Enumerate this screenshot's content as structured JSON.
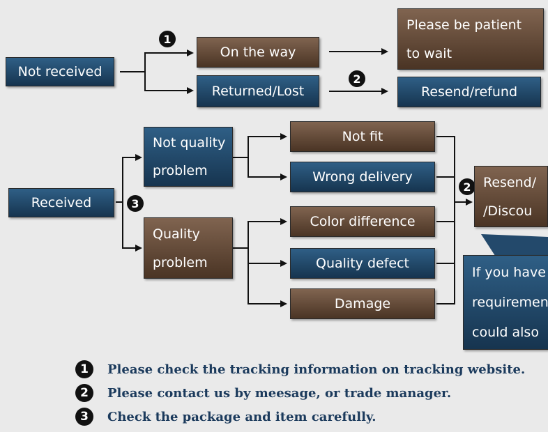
{
  "boxes": {
    "not_received": "Not received",
    "on_the_way": "On the way",
    "returned_lost": "Returned/Lost",
    "please_be_patient_line1": "Please be patient",
    "please_be_patient_line2": "to wait",
    "resend_refund_top": "Resend/refund",
    "not_quality_line1": "Not quality",
    "not_quality_line2": "problem",
    "not_fit": "Not fit",
    "wrong_delivery": "Wrong delivery",
    "received": "Received",
    "quality_line1": "Quality",
    "quality_line2": "problem",
    "color_difference": "Color difference",
    "quality_defect": "Quality defect",
    "damage": "Damage",
    "resend_discount_line1": "Resend/",
    "resend_discount_line2": "/Discou",
    "callout_line1": "If you have",
    "callout_line2": "requiremen",
    "callout_line3": "could also"
  },
  "badges": {
    "one": "1",
    "two": "2",
    "three": "3"
  },
  "notes": [
    {
      "number": "1",
      "text": "Please check the tracking information on tracking website."
    },
    {
      "number": "2",
      "text": "Please contact us by meesage, or trade manager."
    },
    {
      "number": "3",
      "text": "Check the package and item carefully."
    }
  ],
  "colors": {
    "blue_box": "#1f4566",
    "brown_box": "#5e4432",
    "background": "#eaeaea",
    "note_text": "#1b3a5c"
  }
}
